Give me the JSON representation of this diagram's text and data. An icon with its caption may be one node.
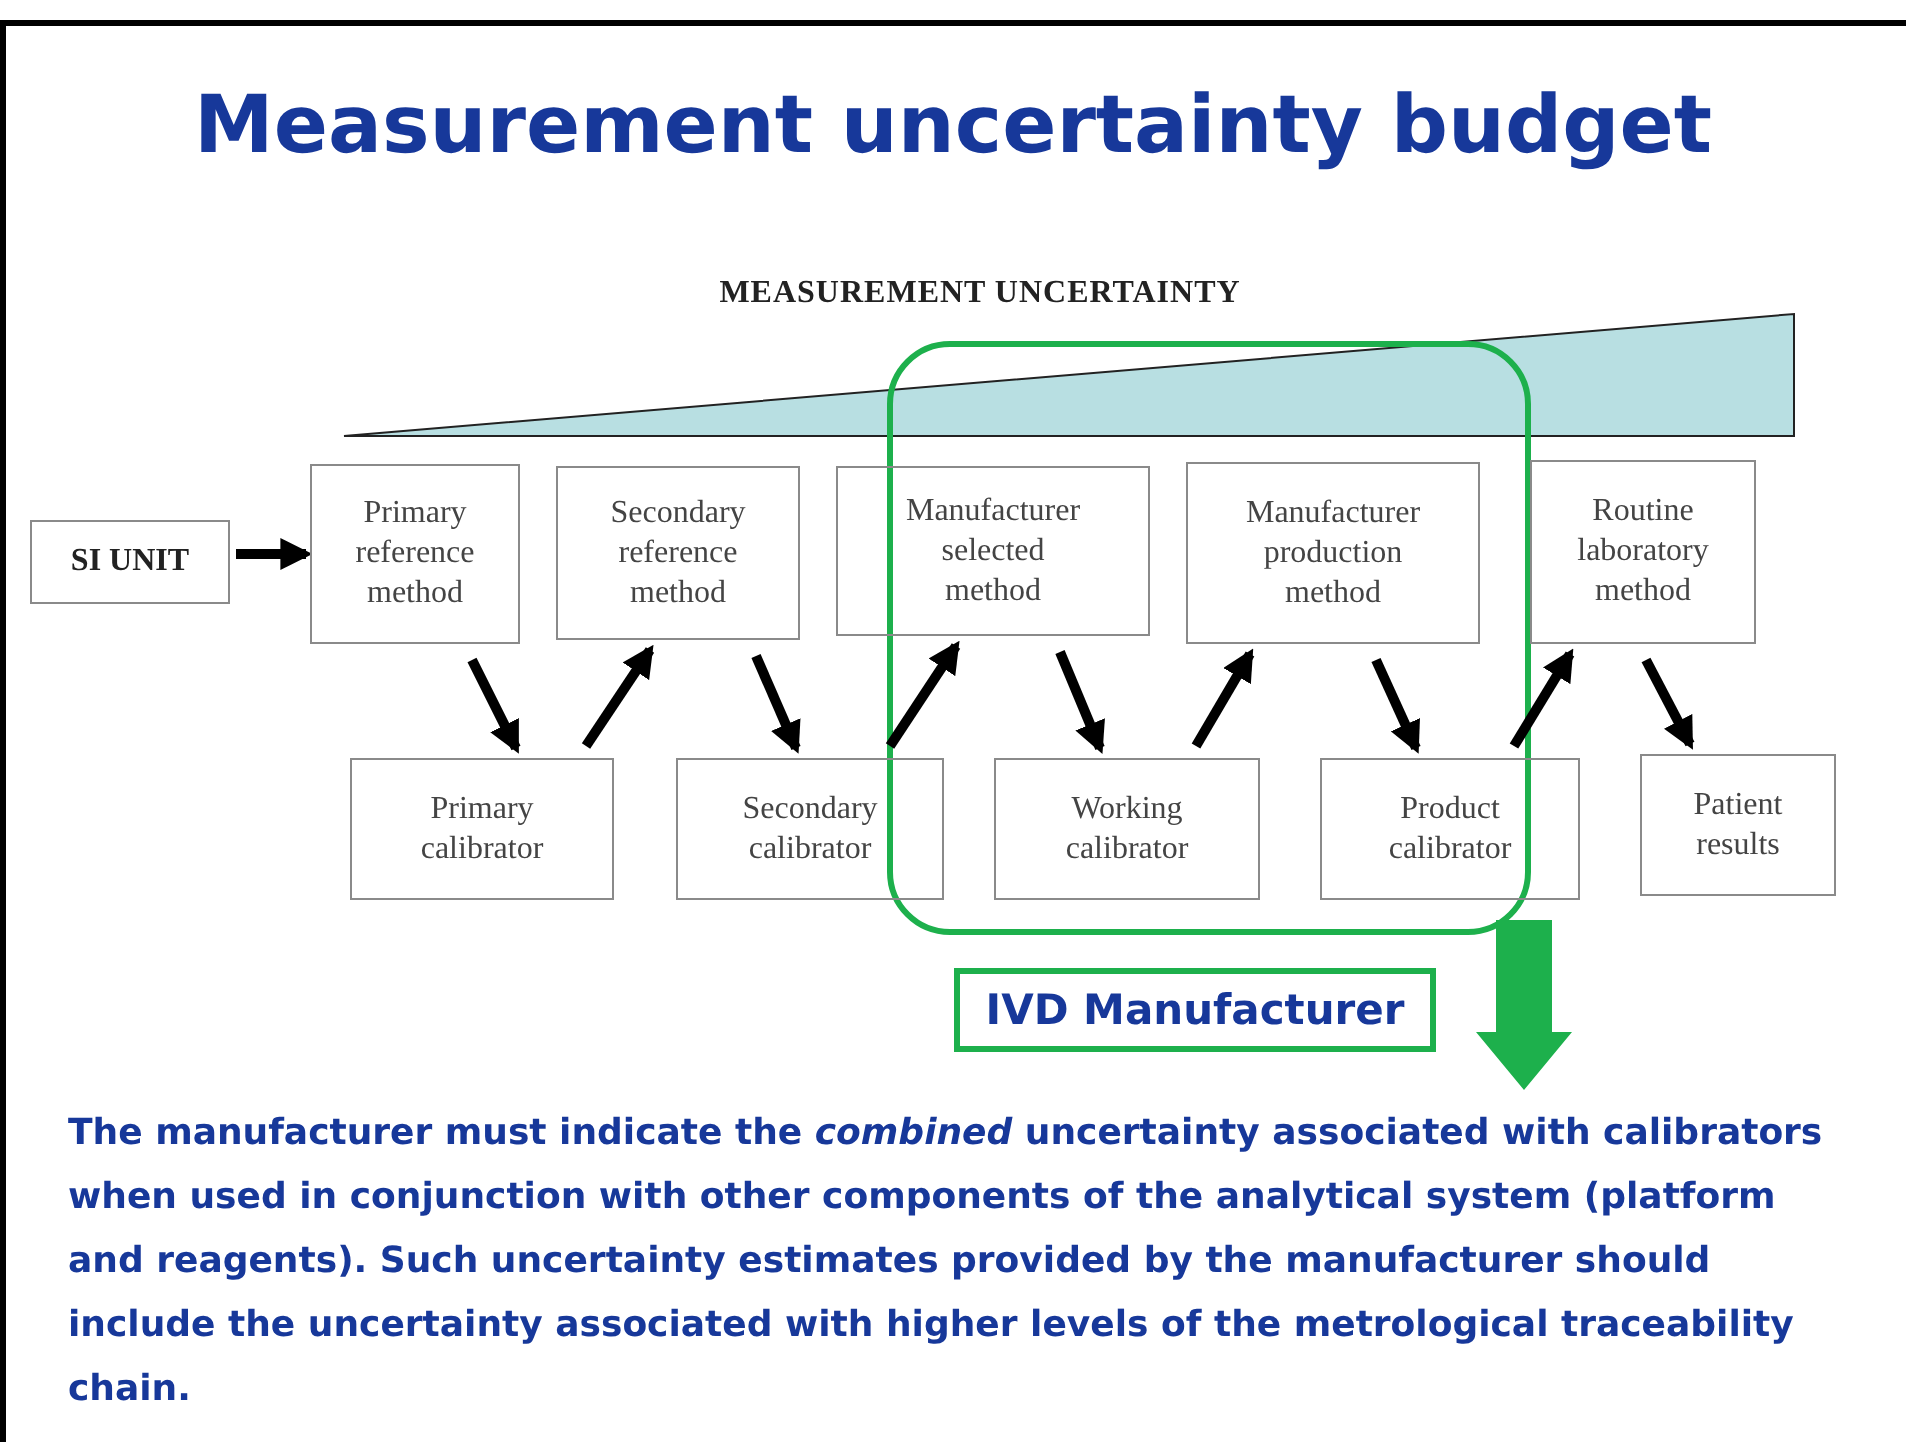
{
  "diagram": {
    "title": "Measurement uncertainty budget",
    "nodes": [
      {
        "text": [
          "SI UNIT"
        ]
      },
      {
        "text": [
          "Primary reference method"
        ]
      },
      {
        "text": [
          "Secondary reference method"
        ]
      },
      {
        "text": [
          "Manufacturer selected method"
        ]
      },
      {
        "text": [
          "Manufacturer production method"
        ]
      },
      {
        "text": [
          "Routine laboratory method"
        ]
      },
      {
        "text": [
          "Primary calibrator"
        ]
      },
      {
        "text": [
          "Secondary calibrator"
        ]
      },
      {
        "text": [
          "Working calibrator"
        ]
      },
      {
        "text": [
          "Product calibrator"
        ]
      },
      {
        "text": [
          "Patient results"
        ]
      },
      {
        "text": [
          "IVD Manufacturer"
        ]
      }
    ],
    "edges": [
      {
        "from": 0,
        "to": 1,
        "arrow": "to"
      },
      {
        "from": 1,
        "to": 6,
        "arrow": "to"
      },
      {
        "from": 6,
        "to": 2,
        "arrow": "to"
      },
      {
        "from": 2,
        "to": 7,
        "arrow": "to"
      },
      {
        "from": 7,
        "to": 3,
        "arrow": "to"
      },
      {
        "from": 3,
        "to": 8,
        "arrow": "to"
      },
      {
        "from": 8,
        "to": 4,
        "arrow": "to"
      },
      {
        "from": 4,
        "to": 9,
        "arrow": "to"
      },
      {
        "from": 9,
        "to": 5,
        "arrow": "to"
      },
      {
        "from": 5,
        "to": 10,
        "arrow": "to"
      }
    ],
    "labels": [
      "MEASUREMENT UNCERTAINTY",
      "The manufacturer must indicate the *combined* uncertainty associated with calibrators when used in conjunction with other components of the analytical system (platform and reagents). Such uncertainty estimates provided by the manufacturer should include the uncertainty associated with higher levels of the metrological traceability chain."
    ]
  }
}
